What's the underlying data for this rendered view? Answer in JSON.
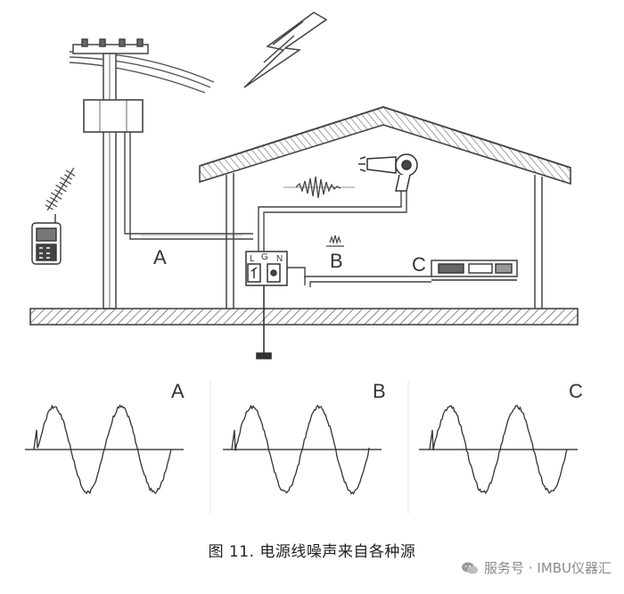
{
  "diagram": {
    "labels": {
      "path_a": "A",
      "path_b": "B",
      "path_c": "C",
      "panel_l": "L",
      "panel_g": "G",
      "panel_n": "N"
    },
    "waveforms": [
      {
        "label": "A"
      },
      {
        "label": "B"
      },
      {
        "label": "C"
      }
    ],
    "icons": [
      "lightning-bolt",
      "utility-pole",
      "transformer",
      "mobile-phone",
      "radio-waves",
      "hair-dryer",
      "noise-signal",
      "spark-source",
      "electronic-device",
      "ground-symbol",
      "house-roof"
    ]
  },
  "caption": "图 11. 电源线噪声来自各种源",
  "watermark": "服务号 · IMBU仪器汇"
}
